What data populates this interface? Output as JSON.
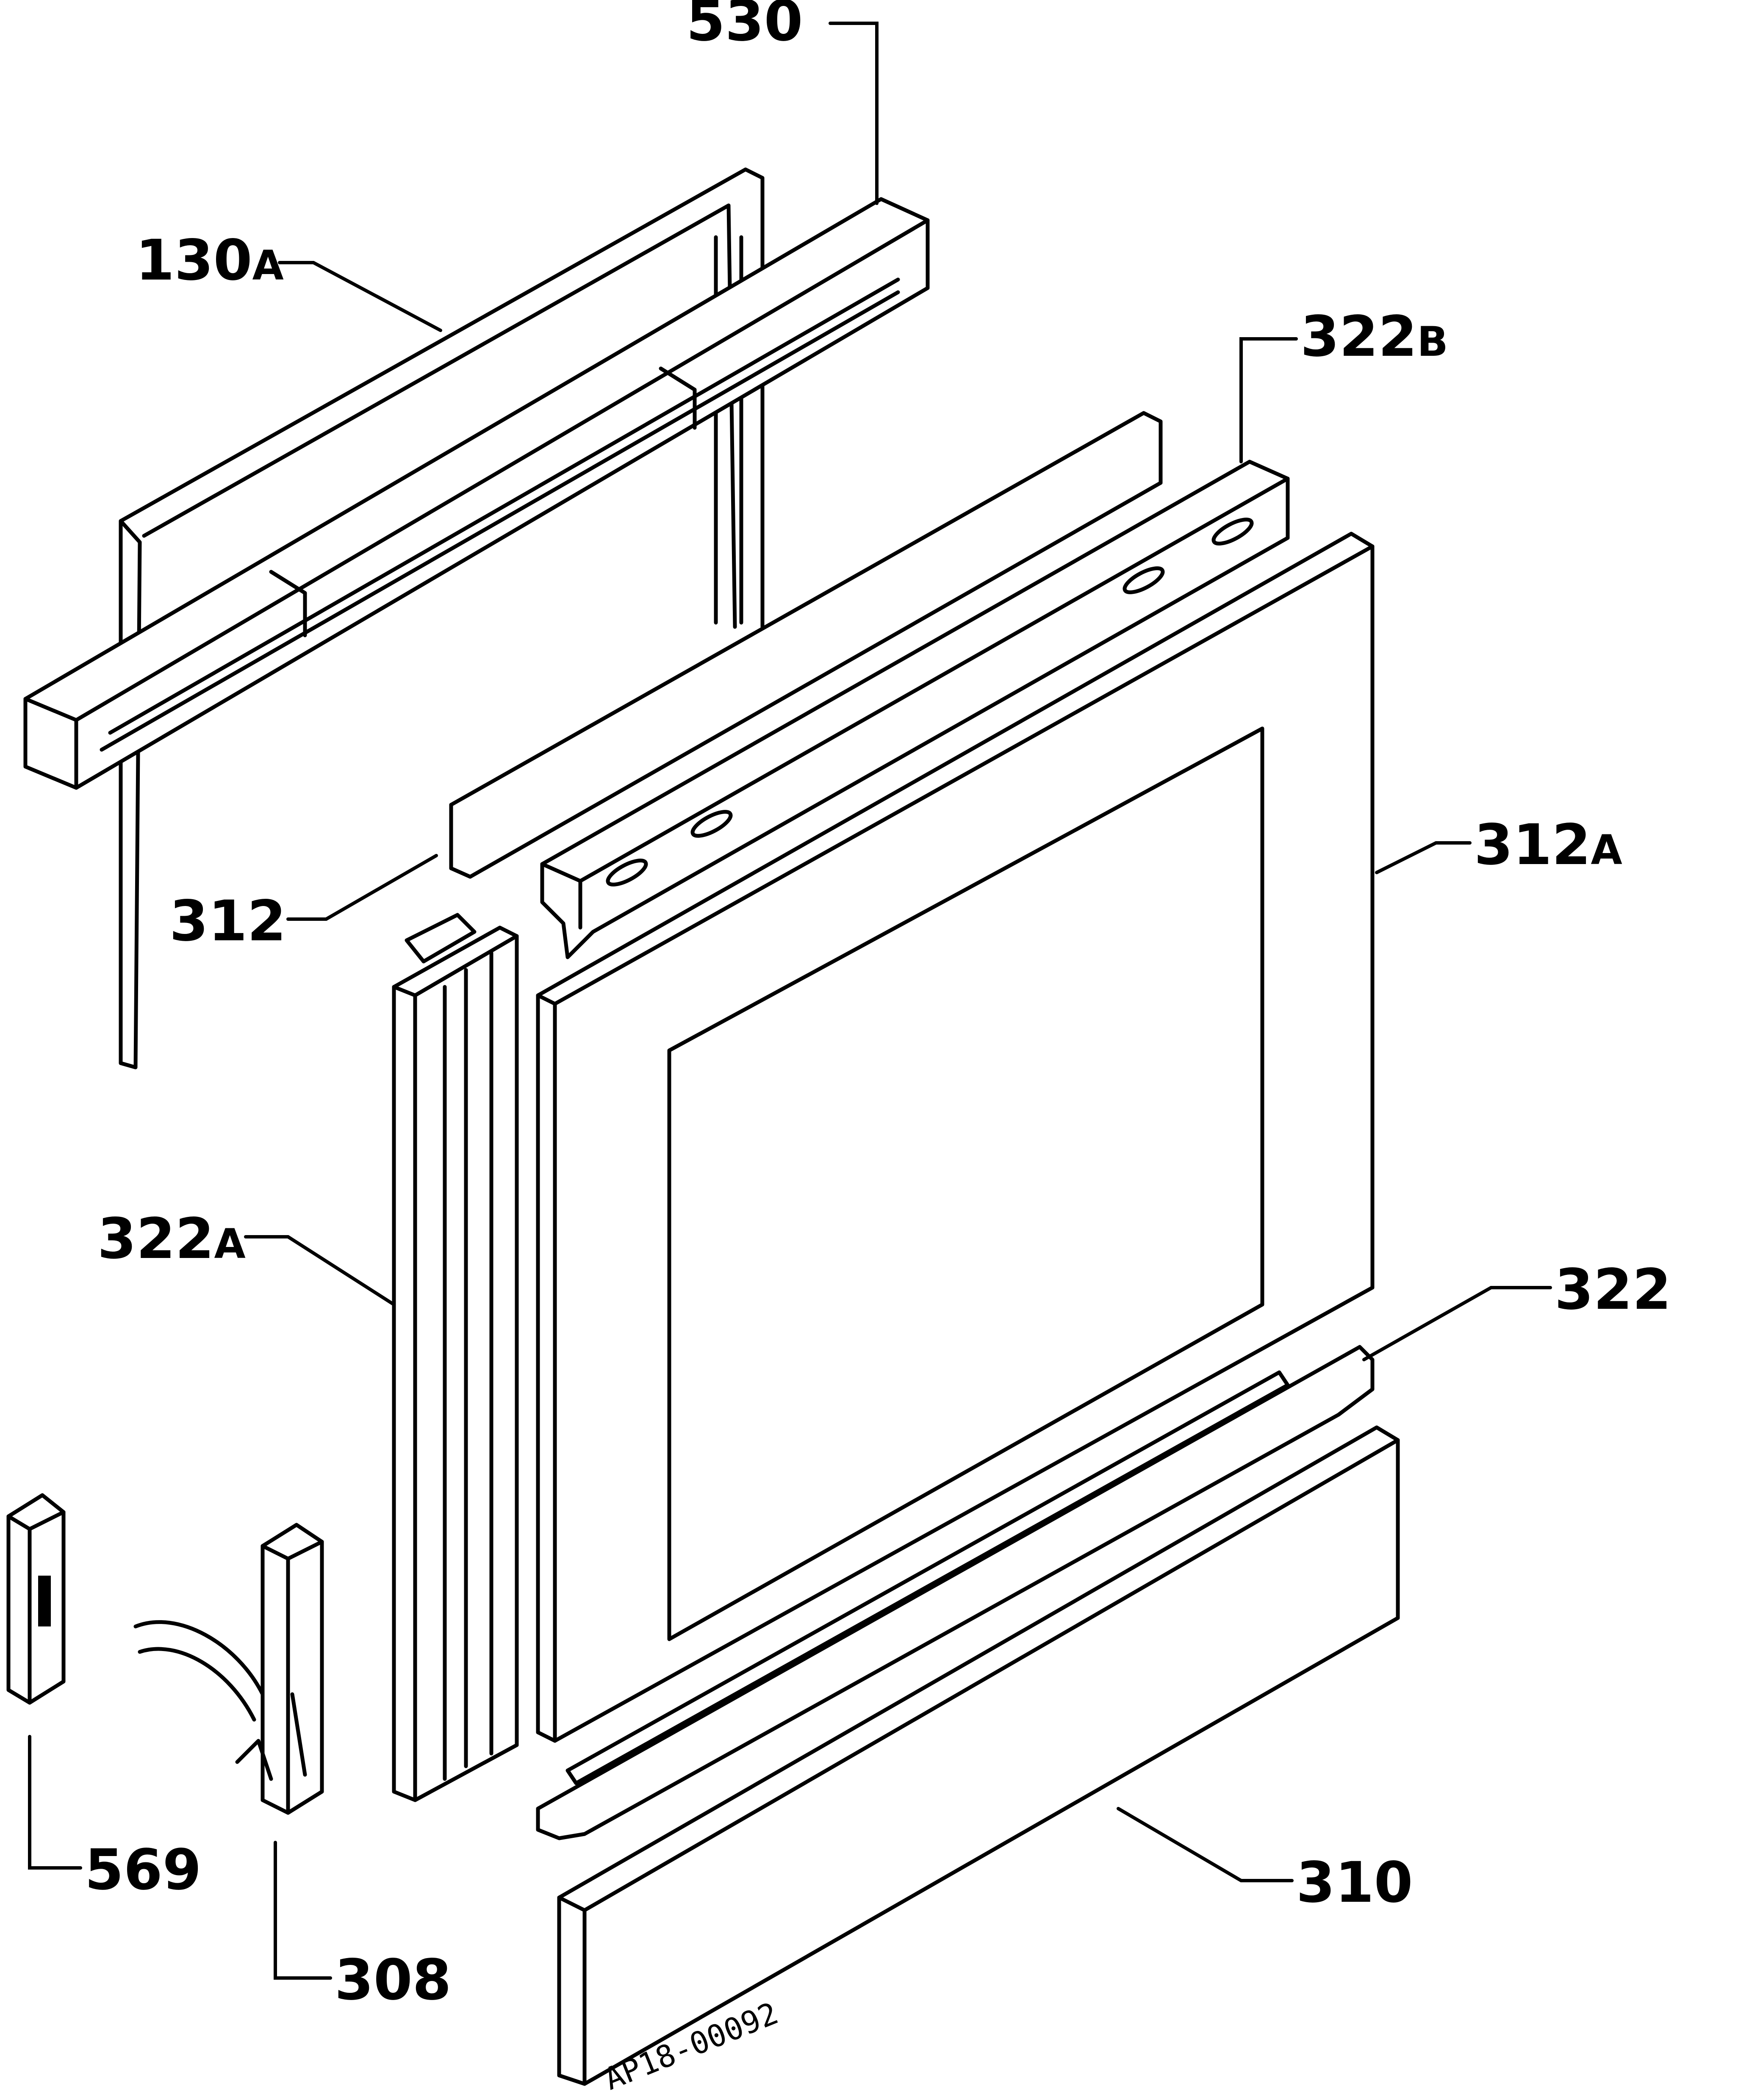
{
  "diagram": {
    "code": "AP18-00092",
    "callouts": [
      {
        "id": "530",
        "num": "530",
        "sfx": ""
      },
      {
        "id": "130a",
        "num": "130",
        "sfx": "A"
      },
      {
        "id": "322b",
        "num": "322",
        "sfx": "B"
      },
      {
        "id": "312a",
        "num": "312",
        "sfx": "A"
      },
      {
        "id": "312",
        "num": "312",
        "sfx": ""
      },
      {
        "id": "322a",
        "num": "322",
        "sfx": "A"
      },
      {
        "id": "322",
        "num": "322",
        "sfx": ""
      },
      {
        "id": "569",
        "num": "569",
        "sfx": ""
      },
      {
        "id": "308",
        "num": "308",
        "sfx": ""
      },
      {
        "id": "310",
        "num": "310",
        "sfx": ""
      }
    ]
  }
}
